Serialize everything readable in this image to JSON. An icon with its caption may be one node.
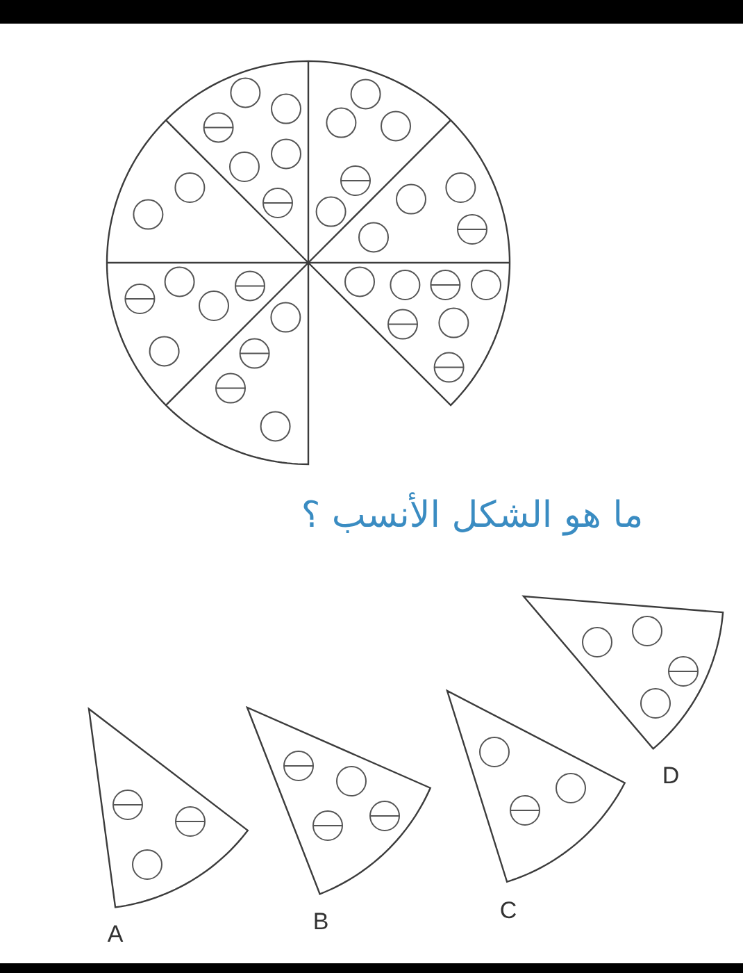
{
  "diagram": {
    "labels": [
      "ما هو الشكل الأنسب ؟",
      "A",
      "B",
      "C",
      "D"
    ]
  }
}
